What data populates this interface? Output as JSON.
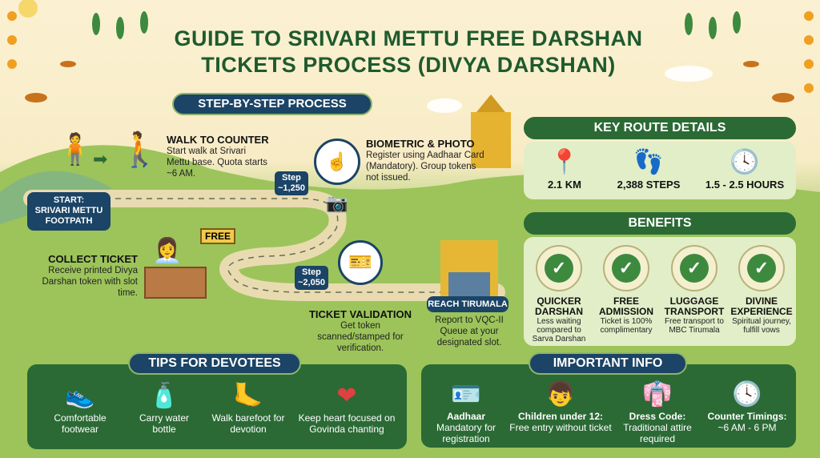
{
  "title": {
    "line1": "GUIDE TO SRIVARI METTU FREE DARSHAN",
    "line2": "TICKETS PROCESS (DIVYA DARSHAN)"
  },
  "process": {
    "header": "STEP-BY-STEP PROCESS",
    "start": {
      "line1": "START:",
      "line2": "SRIVARI METTU",
      "line3": "FOOTPATH"
    },
    "walk": {
      "title": "WALK TO COUNTER",
      "text": "Start walk at Srivari Mettu base. Quota starts ~6 AM."
    },
    "step1": {
      "line1": "Step",
      "line2": "~1,250"
    },
    "biometric": {
      "title": "BIOMETRIC & PHOTO",
      "text": "Register using Aadhaar Card (Mandatory). Group tokens not issued."
    },
    "collect": {
      "title": "COLLECT TICKET",
      "text": "Receive printed Divya Darshan token with slot time.",
      "free_sign": "FREE"
    },
    "step2": {
      "line1": "Step",
      "line2": "~2,050"
    },
    "validation": {
      "title": "TICKET VALIDATION",
      "text": "Get token scanned/stamped for verification."
    },
    "reach": {
      "title": "REACH TIRUMALA",
      "text": "Report to VQC-II Queue at your designated slot."
    }
  },
  "route": {
    "header": "KEY ROUTE DETAILS",
    "items": [
      {
        "icon": "route-pin-icon",
        "value": "2.1 KM"
      },
      {
        "icon": "footprints-icon",
        "value": "2,388 STEPS"
      },
      {
        "icon": "clock-icon",
        "value": "1.5 - 2.5 HOURS"
      }
    ]
  },
  "benefits": {
    "header": "BENEFITS",
    "items": [
      {
        "title1": "QUICKER",
        "title2": "DARSHAN",
        "text": "Less waiting compared to Sarva Darshan"
      },
      {
        "title1": "FREE",
        "title2": "ADMISSION",
        "text": "Ticket is 100% complimentary"
      },
      {
        "title1": "LUGGAGE",
        "title2": "TRANSPORT",
        "text": "Free transport to MBC Tirumala"
      },
      {
        "title1": "DIVINE",
        "title2": "EXPERIENCE",
        "text": "Spiritual journey, fulfill vows"
      }
    ]
  },
  "tips": {
    "header": "TIPS FOR DEVOTEES",
    "items": [
      {
        "icon": "shoe-icon",
        "text": "Comfortable footwear"
      },
      {
        "icon": "water-bottle-icon",
        "text": "Carry water bottle"
      },
      {
        "icon": "bare-feet-icon",
        "text": "Walk barefoot for devotion"
      },
      {
        "icon": "heart-pulse-icon",
        "text": "Keep heart focused on Govinda chanting"
      }
    ]
  },
  "info": {
    "header": "IMPORTANT INFO",
    "items": [
      {
        "icon": "id-card-icon",
        "title": "Aadhaar",
        "text": "Mandatory for registration"
      },
      {
        "icon": "child-icon",
        "title": "Children under 12:",
        "text": "Free entry without ticket"
      },
      {
        "icon": "traditional-attire-icon",
        "title": "Dress Code:",
        "text": "Traditional attire required"
      },
      {
        "icon": "clock-icon",
        "title": "Counter Timings:",
        "text": "~6 AM - 6 PM"
      }
    ]
  },
  "colors": {
    "dark_green": "#2b6a35",
    "navy": "#1b4466",
    "title_green": "#1f5a2e",
    "check_green": "#3d8a3e"
  }
}
